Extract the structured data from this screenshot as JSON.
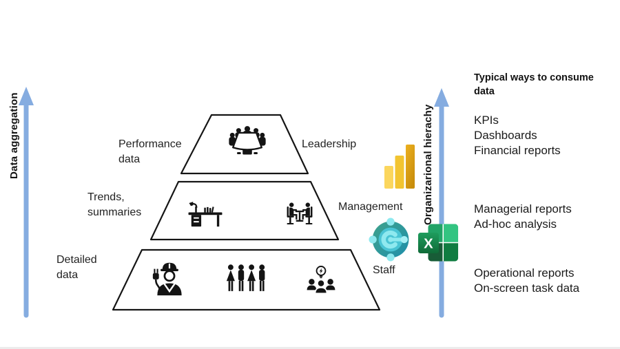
{
  "axes": {
    "left_arrow_label": "Data aggregation",
    "right_arrow_label": "Organizarional hierachy"
  },
  "pyramid": {
    "tiers": [
      {
        "level_label": "Leadership",
        "data_label_line1": "Performance",
        "data_label_line2": "data",
        "icons": [
          "meeting-table-icon"
        ]
      },
      {
        "level_label": "Management",
        "data_label_line1": "Trends,",
        "data_label_line2": "summaries",
        "icons": [
          "desk-icon",
          "discussion-icon"
        ]
      },
      {
        "level_label": "Staff",
        "data_label_line1": "Detailed",
        "data_label_line2": "data",
        "icons": [
          "worker-icon",
          "people-group-icon",
          "idea-team-icon"
        ]
      }
    ]
  },
  "consume_column": {
    "heading_line1": "Typical ways to consume",
    "heading_line2": "data",
    "leadership_items": [
      "KPIs",
      "Dashboards",
      "Financial reports"
    ],
    "management_items": [
      "Managerial reports",
      "Ad-hoc analysis"
    ],
    "staff_items": [
      "Operational reports",
      "On-screen task data"
    ]
  },
  "product_icons": {
    "power_bi": "power-bi-icon",
    "data_platform": "teal-data-platform-icon",
    "excel": "excel-icon",
    "excel_letter": "X"
  },
  "colors": {
    "arrow_blue": "#85ACE0",
    "powerbi_yellow": "#F2C431",
    "excel_green": "#107C41",
    "teal": "#2EA3A6",
    "pictogram_black": "#141414"
  }
}
